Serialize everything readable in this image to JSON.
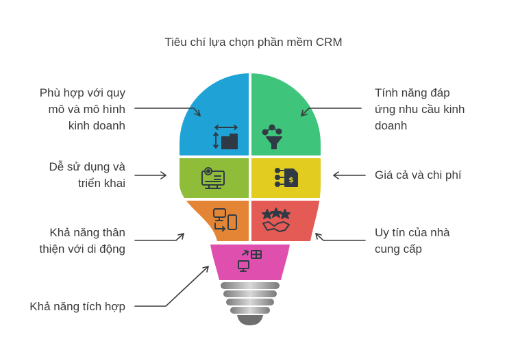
{
  "title": "Tiêu chí lựa chọn phần mềm CRM",
  "criteria": {
    "scale": {
      "lines": [
        "Phù hợp với quy",
        "mô và mô hình",
        "kinh doanh"
      ],
      "color": "#1fa3d6",
      "icon": "scale-building-icon"
    },
    "features": {
      "lines": [
        "Tính năng đáp",
        "ứng nhu cầu kinh",
        "doanh"
      ],
      "color": "#3fc47c",
      "icon": "funnel-nodes-icon"
    },
    "ease": {
      "lines": [
        "Dễ sử dụng và",
        "triển khai"
      ],
      "color": "#8fbd3a",
      "icon": "settings-screen-icon"
    },
    "price": {
      "lines": [
        "Giá cả và chi phí"
      ],
      "color": "#e2cc1f",
      "icon": "cost-document-icon"
    },
    "mobile": {
      "lines": [
        "Khả năng thân",
        "thiện với di động"
      ],
      "color": "#e48535",
      "icon": "devices-icon"
    },
    "reputation": {
      "lines": [
        "Uy tín của nhà",
        "cung cấp"
      ],
      "color": "#e45a54",
      "icon": "stars-handshake-icon"
    },
    "integration": {
      "lines": [
        "Khả năng tích hợp"
      ],
      "color": "#df4fad",
      "icon": "integration-icon"
    }
  }
}
